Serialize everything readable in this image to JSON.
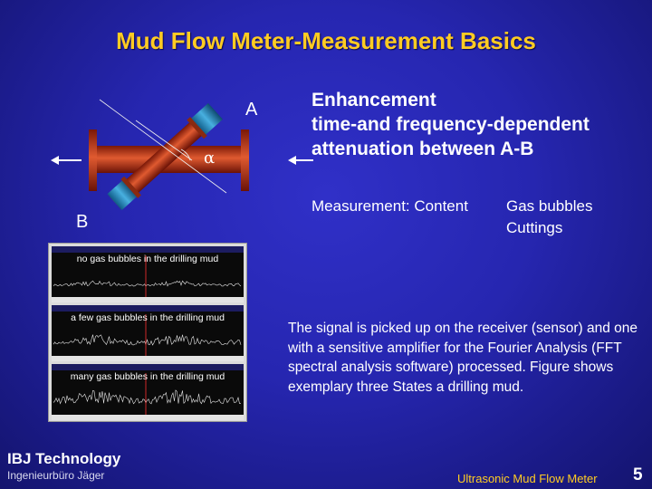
{
  "slide": {
    "title": "Mud Flow Meter-Measurement Basics",
    "diagram": {
      "label_a": "A",
      "label_b": "B",
      "label_alpha": "α"
    },
    "enhancement": {
      "line1": "Enhancement",
      "line2": "time-and frequency-dependent",
      "line3": "attenuation between A-B"
    },
    "measurement": {
      "label": "Measurement: Content",
      "item1": "Gas bubbles",
      "item2": "Cuttings"
    },
    "plots": [
      {
        "caption": "no gas bubbles in the drilling mud"
      },
      {
        "caption": "a few gas bubbles in the drilling mud"
      },
      {
        "caption": "many gas bubbles in the drilling mud"
      }
    ],
    "description": "The signal is picked up on the receiver (sensor) and one with a sensitive amplifier for the Fourier Analysis (FFT spectral analysis software) processed. Figure shows exemplary three States a drilling mud.",
    "brand": {
      "name": "IBJ Technology",
      "subtitle": "Ingenieurbüro Jäger"
    },
    "footer": "Ultrasonic Mud Flow Meter",
    "page_number": "5",
    "colors": {
      "title": "#ffcc22",
      "background": "#2626b0",
      "pipe": "#c83a1a",
      "sensor": "#2a8ab8"
    }
  }
}
